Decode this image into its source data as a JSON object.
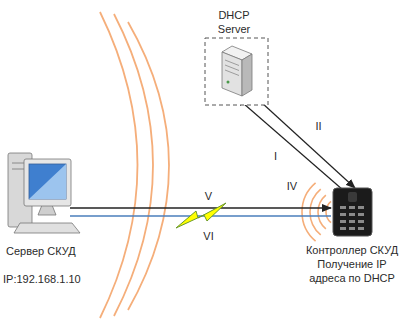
{
  "diagram": {
    "nodes": [
      {
        "text": [
          "DHCP Server"
        ]
      },
      {
        "text": [
          "Сервер СКУД",
          "IP:192.168.1.10"
        ]
      },
      {
        "text": [
          "Контроллер СКУД",
          "Получение IP адреса по DHCP"
        ]
      }
    ],
    "edges": [
      {
        "from": 2,
        "to": 0,
        "arrow": "to",
        "label": "I"
      },
      {
        "from": 0,
        "to": 2,
        "arrow": "to",
        "label": "II"
      },
      {
        "from": 1,
        "to": 2,
        "arrow": "to",
        "label": "V"
      },
      {
        "from": 1,
        "to": 2,
        "arrow": "none",
        "label": "VI"
      }
    ],
    "labels": [
      "IV"
    ]
  }
}
